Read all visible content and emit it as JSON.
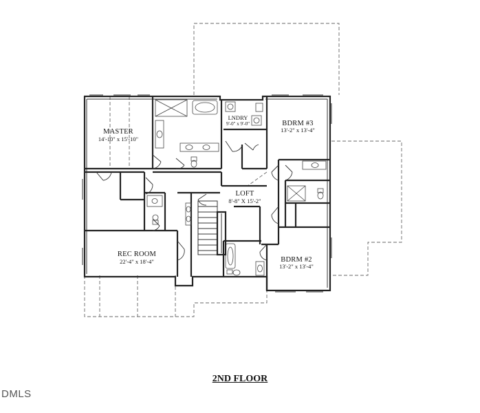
{
  "floor_title": "2ND FLOOR",
  "watermark": "DMLS",
  "rooms": {
    "master": {
      "name": "MASTER",
      "dims": "14'-10\" x 15'-10\""
    },
    "laundry": {
      "name": "LNDRY",
      "dims": "9'-0\" x 9'-0\""
    },
    "bedroom3": {
      "name": "BDRM #3",
      "dims": "13'-2\" x 13'-4\""
    },
    "loft": {
      "name": "LOFT",
      "dims": "8'-8\" X 15'-2\""
    },
    "rec_room": {
      "name": "REC ROOM",
      "dims": "22'-4\" x 18'-4\""
    },
    "bedroom2": {
      "name": "BDRM #2",
      "dims": "13'-2\" x 13'-4\""
    }
  },
  "colors": {
    "line": "#222222",
    "dashed": "#666666",
    "background": "#ffffff"
  }
}
